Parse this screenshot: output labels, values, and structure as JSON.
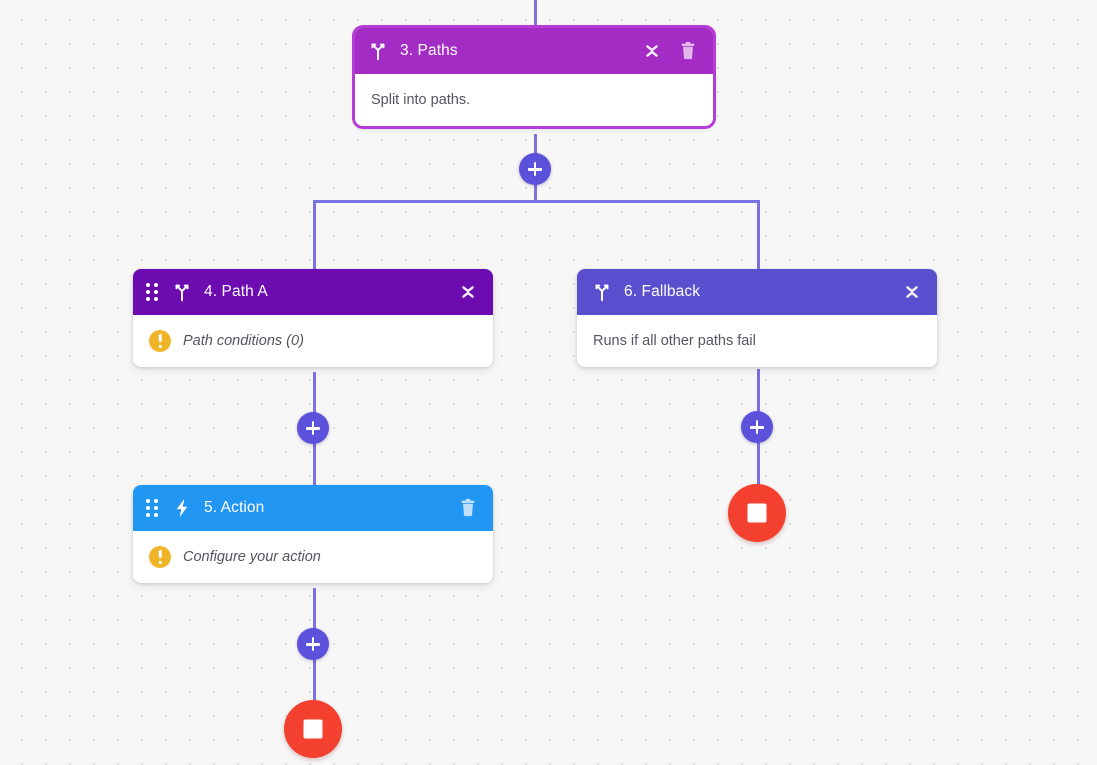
{
  "canvas": {
    "background_color": "#f7f7f7",
    "dot_color": "#d3d3d6",
    "connector_color": "#7b72e0"
  },
  "nodes": {
    "paths": {
      "title": "3. Paths",
      "body_text": "Split into paths.",
      "header_color": "#a32cc4",
      "type_icon": "paths-branch-icon",
      "selected": true,
      "collapse_label": "Collapse",
      "delete_label": "Delete"
    },
    "path_a": {
      "title": "4. Path A",
      "body_text": "Path conditions (0)",
      "header_color": "#6c0bb0",
      "type_icon": "paths-branch-icon",
      "warning": true,
      "drag_handle": true,
      "collapse_label": "Collapse"
    },
    "fallback": {
      "title": "6. Fallback",
      "body_text": "Runs if all other paths fail",
      "header_color": "#5a4fcf",
      "type_icon": "paths-branch-icon",
      "warning": false,
      "collapse_label": "Collapse"
    },
    "action": {
      "title": "5. Action",
      "body_text": "Configure your action",
      "header_color": "#2196f3",
      "type_icon": "lightning-bolt-icon",
      "warning": true,
      "drag_handle": true,
      "delete_label": "Delete"
    }
  },
  "controls": {
    "add_step_label": "+",
    "add_step_color": "#5c51db",
    "stop_color": "#f4402e",
    "stop_label": "End"
  }
}
